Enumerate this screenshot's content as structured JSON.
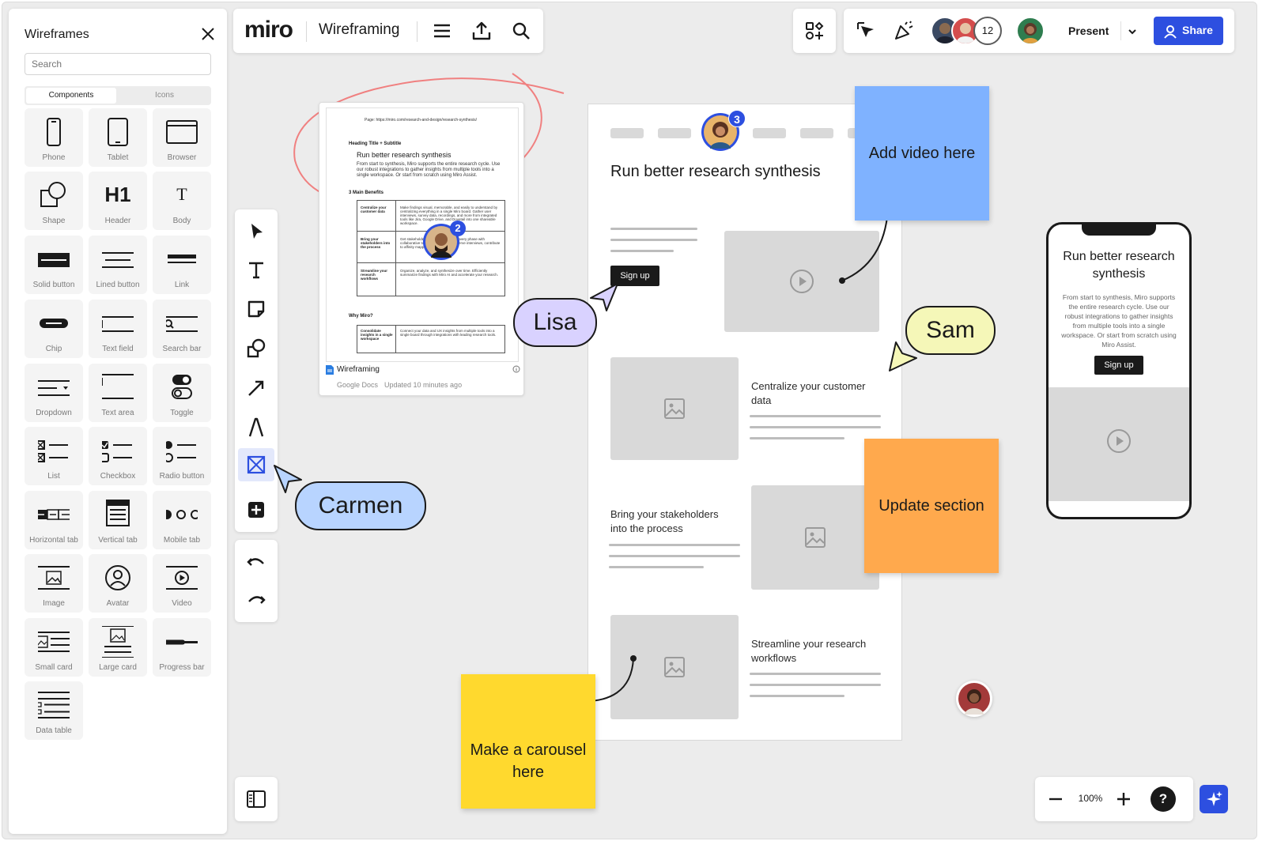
{
  "sidebar": {
    "title": "Wireframes",
    "search_placeholder": "Search",
    "tabs": [
      {
        "label": "Components",
        "active": true
      },
      {
        "label": "Icons",
        "active": false
      }
    ],
    "components": [
      {
        "label": "Phone",
        "icon": "phone-icon"
      },
      {
        "label": "Tablet",
        "icon": "tablet-icon"
      },
      {
        "label": "Browser",
        "icon": "browser-icon"
      },
      {
        "label": "Shape",
        "icon": "shape-icon"
      },
      {
        "label": "Header",
        "icon": "header-icon"
      },
      {
        "label": "Body",
        "icon": "body-icon"
      },
      {
        "label": "Solid button",
        "icon": "solid-button-icon"
      },
      {
        "label": "Lined button",
        "icon": "lined-button-icon"
      },
      {
        "label": "Link",
        "icon": "link-icon"
      },
      {
        "label": "Chip",
        "icon": "chip-icon"
      },
      {
        "label": "Text field",
        "icon": "text-field-icon"
      },
      {
        "label": "Search bar",
        "icon": "search-bar-icon"
      },
      {
        "label": "Dropdown",
        "icon": "dropdown-icon"
      },
      {
        "label": "Text area",
        "icon": "text-area-icon"
      },
      {
        "label": "Toggle",
        "icon": "toggle-icon"
      },
      {
        "label": "List",
        "icon": "list-icon"
      },
      {
        "label": "Checkbox",
        "icon": "checkbox-icon"
      },
      {
        "label": "Radio button",
        "icon": "radio-button-icon"
      },
      {
        "label": "Horizontal tab",
        "icon": "horizontal-tab-icon"
      },
      {
        "label": "Vertical tab",
        "icon": "vertical-tab-icon"
      },
      {
        "label": "Mobile tab",
        "icon": "mobile-tab-icon"
      },
      {
        "label": "Image",
        "icon": "image-icon"
      },
      {
        "label": "Avatar",
        "icon": "avatar-icon"
      },
      {
        "label": "Video",
        "icon": "video-icon"
      },
      {
        "label": "Small card",
        "icon": "small-card-icon"
      },
      {
        "label": "Large card",
        "icon": "large-card-icon"
      },
      {
        "label": "Progress bar",
        "icon": "progress-bar-icon"
      },
      {
        "label": "Data table",
        "icon": "data-table-icon"
      }
    ],
    "header_glyph": "H1",
    "body_glyph": "T"
  },
  "topbar": {
    "logo": "miro",
    "board_title": "Wireframing",
    "collaborator_count": "12",
    "present_label": "Present",
    "share_label": "Share"
  },
  "doc_card": {
    "page_url": "Page: https://miro.com/research-and-design/research-synthesis/",
    "heading_label": "Heading Title + Subtitle",
    "heading": "Run better research synthesis",
    "intro": "From start to synthesis, Miro supports the entire research cycle. Use our robust integrations to gather insights from multiple tools into a single workspace. Or start from scratch using Miro Assist.",
    "benefits_label": "3 Main Benefits",
    "benefits": [
      {
        "name": "Centralize your customer data",
        "text": "Make findings visual, memorable, and easily to understand by centralizing everything in a single Miro board. Gather user interviews, survey data, recordings, and more from integrated tools like Jira, Google Drive, and Dovetail into one shareable workspace."
      },
      {
        "name": "Bring your stakeholders into the process",
        "text": "Get stakeholders involved in the discovery phase with collaborative tools. Invite them to observe interviews, contribute to affinity mapping or share ideas."
      },
      {
        "name": "Streamline your research workflows",
        "text": "Organize, analyze, and synthesize over time. Efficiently summarize findings with Miro AI and accelerate your research."
      }
    ],
    "why_label": "Why Miro?",
    "why_name": "Consolidate insights in a single workspace",
    "why_text": "Connect your data and UX insights from multiple tools into a single board through integrations with leading research tools.",
    "file_name": "Wireframing",
    "file_source": "Google Docs",
    "file_updated": "Updated 10 minutes ago",
    "avatar_badge": "2"
  },
  "wireframe": {
    "title": "Run better research synthesis",
    "signup_label": "Sign up",
    "avatar_badge": "3",
    "sections": [
      {
        "text": "Centralize your customer data"
      },
      {
        "text": "Bring your stakeholders into the process"
      },
      {
        "text": "Streamline your research workflows"
      }
    ]
  },
  "stickies": [
    {
      "text": "Add video here",
      "color": "#7fb2ff"
    },
    {
      "text": "Update section",
      "color": "#ffa94d"
    },
    {
      "text": "Make a carousel here",
      "color": "#ffd92e"
    }
  ],
  "cursors": [
    {
      "name": "Lisa",
      "color": "#d9d2ff"
    },
    {
      "name": "Sam",
      "color": "#f5f7b8"
    },
    {
      "name": "Carmen",
      "color": "#b8d4ff"
    }
  ],
  "phone": {
    "title": "Run better research synthesis",
    "body": "From start to synthesis, Miro supports the entire research cycle. Use our robust integrations to gather insights from multiple tools into a single workspace. Or start from scratch using Miro Assist.",
    "signup_label": "Sign up"
  },
  "zoom": {
    "level": "100%"
  },
  "colors": {
    "accent": "#2d4fe0",
    "canvas": "#ececec",
    "annotation_circle": "#f08080"
  }
}
